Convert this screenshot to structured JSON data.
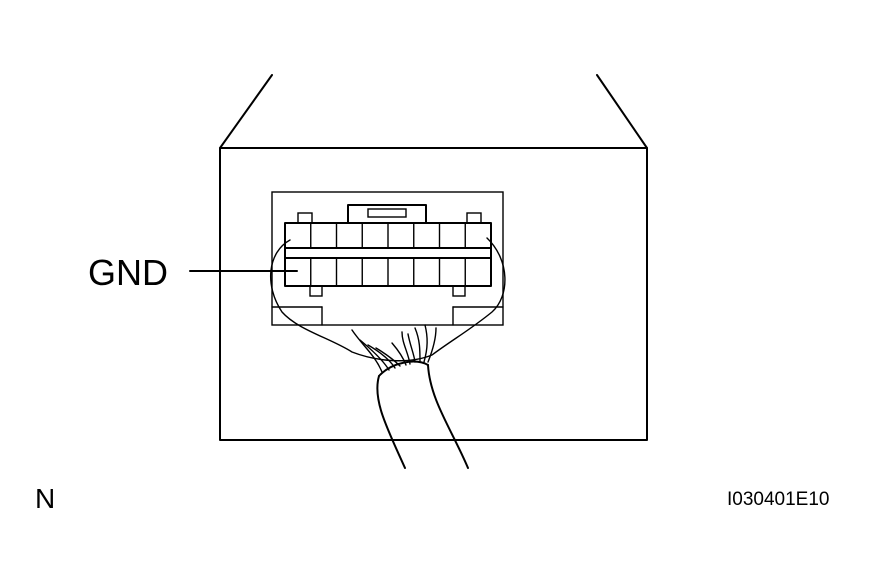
{
  "labels": {
    "terminal": "GND",
    "view_marker": "N",
    "figure_id": "I030401E10"
  },
  "connector": {
    "rows": 2,
    "columns": 8,
    "highlighted_terminal": "GND"
  },
  "colors": {
    "line": "#000000",
    "background": "#ffffff"
  }
}
